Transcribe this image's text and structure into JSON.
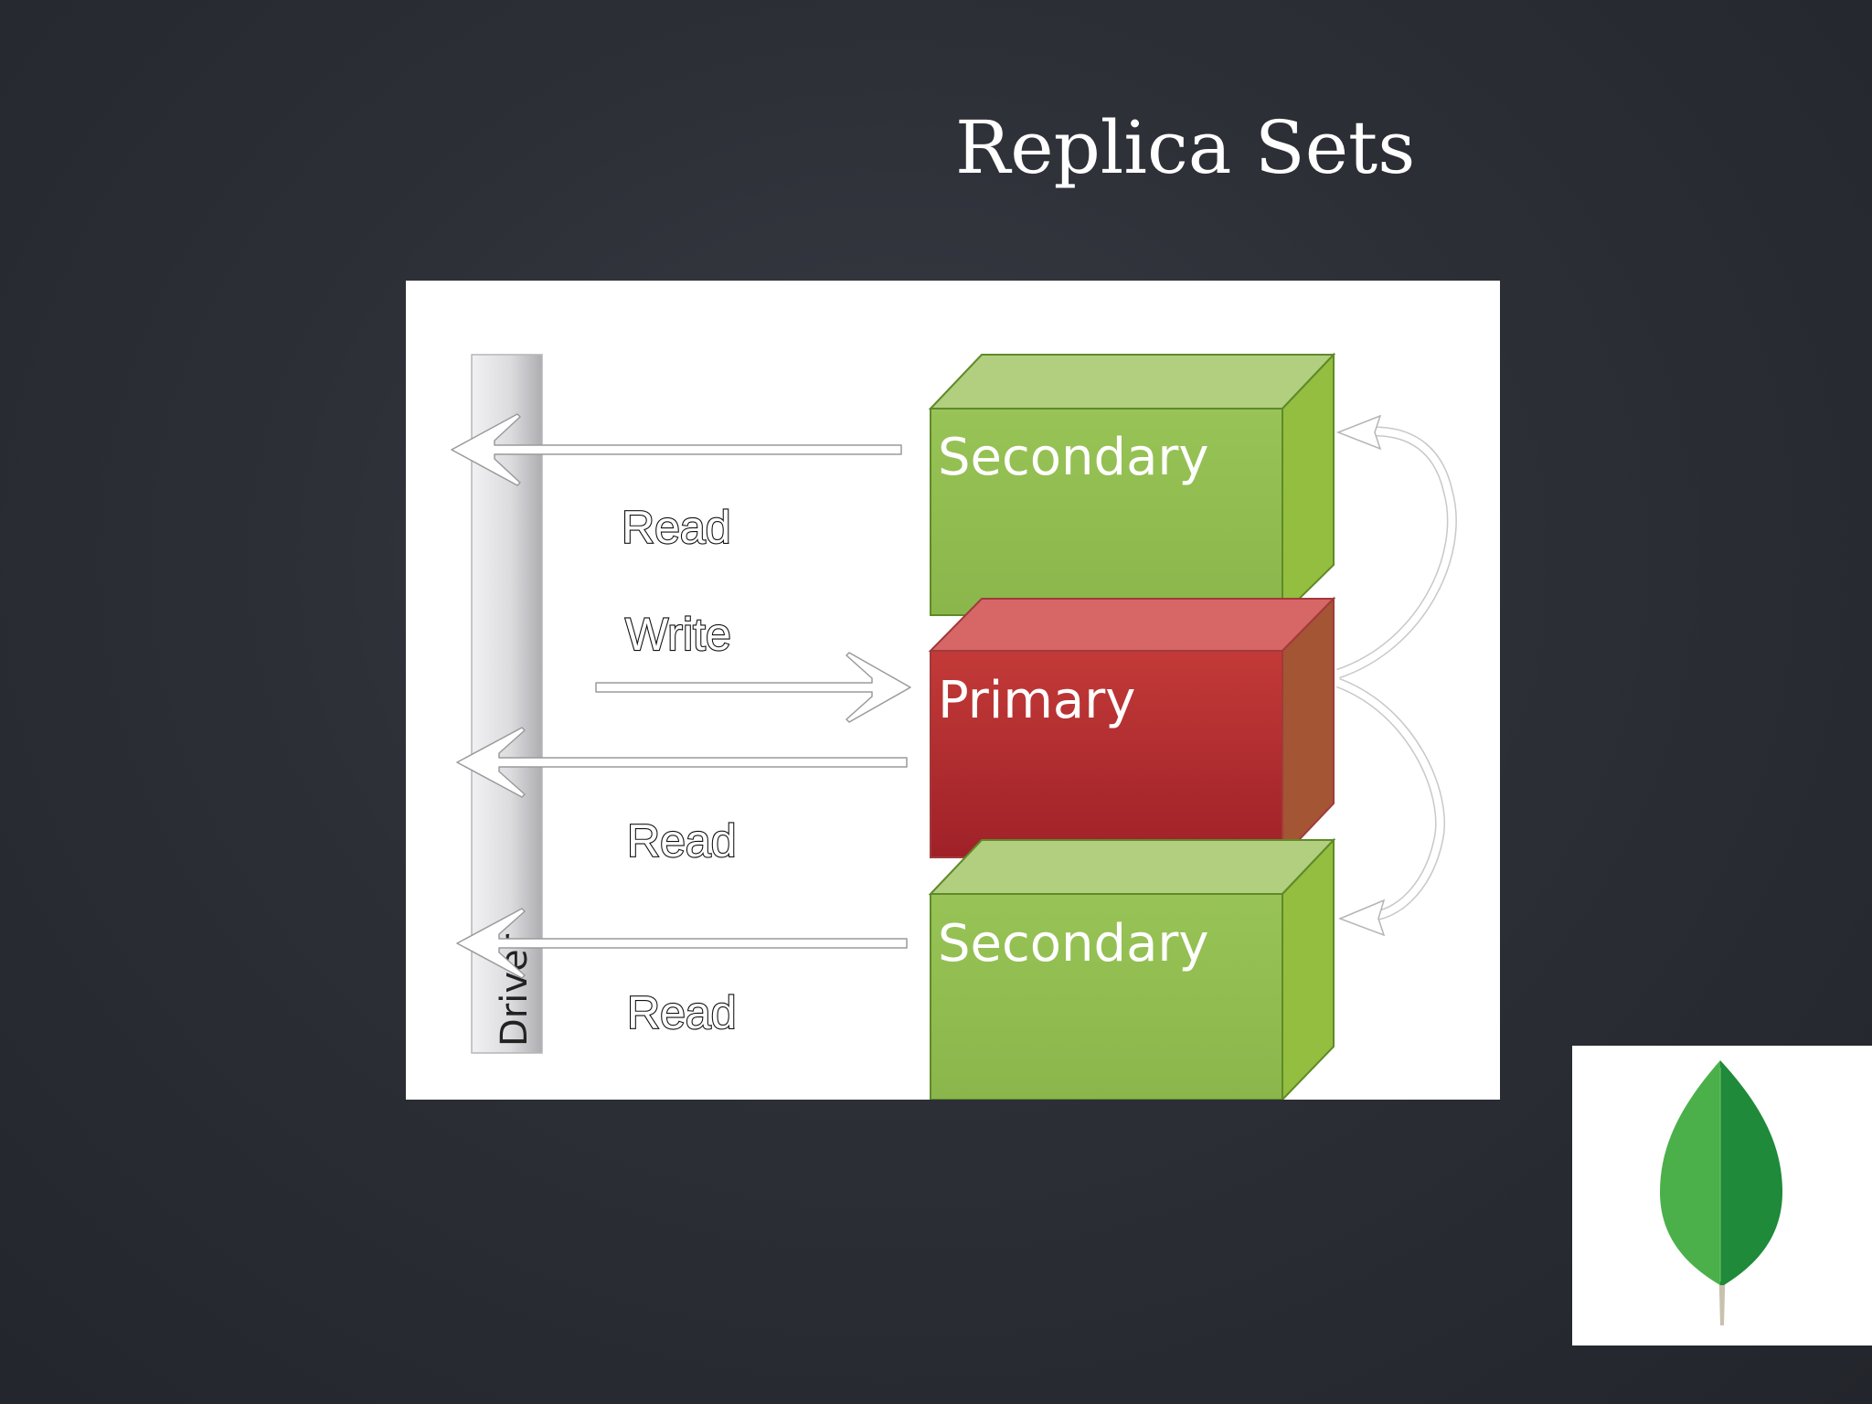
{
  "slide": {
    "title": "Replica Sets"
  },
  "diagram": {
    "driver_label": "Driver",
    "nodes": {
      "top_secondary": "Secondary",
      "primary": "Primary",
      "bottom_secondary": "Secondary"
    },
    "arrows": {
      "read_top": "Read",
      "write": "Write",
      "read_middle": "Read",
      "read_bottom": "Read"
    },
    "colors": {
      "secondary_front": "#8fba4a",
      "secondary_top": "#b1cf7e",
      "secondary_side": "#93be3f",
      "primary_front": "#b32a2e",
      "primary_top": "#d76666",
      "primary_side": "#a45534"
    }
  },
  "logo": {
    "icon": "mongodb-leaf-icon",
    "colors": {
      "leaf_light": "#4bb04a",
      "leaf_dark": "#1f8a3a",
      "stem": "#c8c1ad"
    }
  }
}
